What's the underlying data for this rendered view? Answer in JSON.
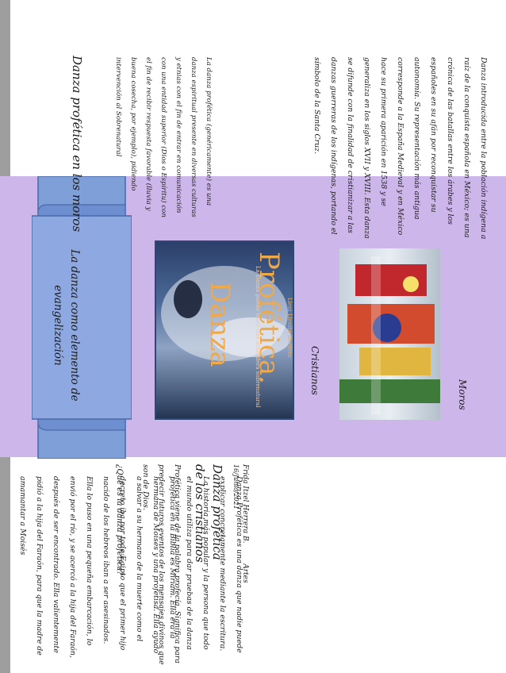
{
  "header": {
    "author": "Frida Itzel Herrera B.",
    "subject": "Artes",
    "date": "16/Junio/2021"
  },
  "left_column": {
    "title": "Danza profética de los cristianos",
    "intro": "Profética viene de la palabra profecía. Significa para predecir futuros eventos de los mensajes divinos que son de Dios.",
    "question": "¿Qué es la danza profética?",
    "body": "Danza Profética es una danza que nadie puede explicar concretamente mediante la escritura. La historia más popular y la persona que todo el mundo utiliza para dar pruebas de la danza profética en la Biblia es Miriam. Ella era la hermana de Moisés y una profetisa. Ella ayudó a salvar a su hermano de la muerte como el decreto iba por todo Egipto que el primer hijo nacido de los hebreos iban a ser asesinados. Ella lo puso en una pequeña embarcación, lo envió por el río, y se acercó a la hija del Faraón, después de ser encontrado. Ella valientemente pidió a la hija del Faraón, para que la madre de amamantar a Moisés"
  },
  "ribbon": {
    "title": "La danza como elemento de evangelización"
  },
  "images": {
    "cristianos": {
      "line1": "Danza",
      "line2": "Profética.",
      "tagline": "La Danza puede traer una atmósfera sobrenatural",
      "credit": "Lleni Llenita Herrera",
      "caption": "Cristianos"
    },
    "moros": {
      "caption": "Moros"
    }
  },
  "right_column": {
    "title": "Danza profética en los moros",
    "intro": "La danza profética (genéricamente) es una danza espiritual presente en diversas culturas y etnias con el fin de entrar en comunicación con una entidad superior (Dios o Espíritu) con el fin de recibir respuesta favorable (lluvia y buena cosecha, por ejemplo), pidiendo intervención al Sobrenatural",
    "body": "Danza introducida entre la población indígena a raíz de la conquista española en México; es una crónica de las batallas entre los árabes y los españoles en su afán por reconquistar su autonomía. Su representación más antigua corresponde a la España Medieval y en México hace su primera aparición en 1538 y se generaliza en los siglos XVII y XVIII. Esta danza se difunde con la finalidad de cristianizar a las danzas guerreras de los indígenas, portando el símbolo de la Santa Cruz."
  }
}
